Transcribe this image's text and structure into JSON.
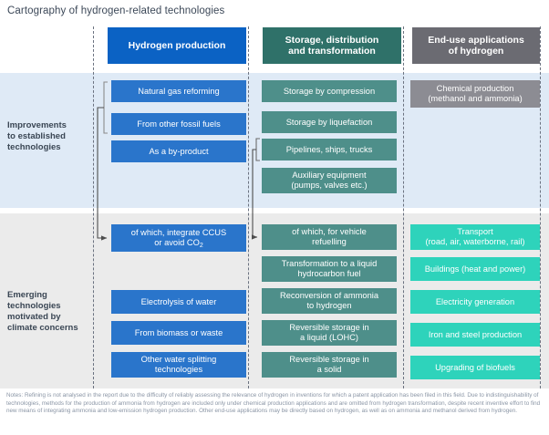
{
  "title": "Cartography of hydrogen-related technologies",
  "colors": {
    "blue": "#2a75cb",
    "blue_header": "#0b62c4",
    "teal": "#4e8f8a",
    "teal_header": "#2f7169",
    "grey_header": "#6b6b72",
    "grey_box": "#8c8c93",
    "bright_teal": "#2ed3bb",
    "band_upper": "#dfeaf6",
    "band_lower": "#ebebeb",
    "dash": "#6b7280",
    "text_dark": "#3c4858",
    "notes_text": "#8a95a5"
  },
  "columns": [
    {
      "id": "production",
      "header": "Hydrogen production"
    },
    {
      "id": "storage",
      "header": "Storage, distribution\nand transformation"
    },
    {
      "id": "enduse",
      "header": "End-use applications\nof hydrogen"
    }
  ],
  "headers": {
    "production": "Hydrogen production",
    "storage_line1": "Storage, distribution",
    "storage_line2": "and transformation",
    "enduse_line1": "End-use applications",
    "enduse_line2": "of hydrogen"
  },
  "bands": {
    "upper_label": "Improvements\nto established\ntechnologies",
    "upper_label_l1": "Improvements",
    "upper_label_l2": "to established",
    "upper_label_l3": "technologies",
    "lower_label_l1": "Emerging",
    "lower_label_l2": "technologies",
    "lower_label_l3": "motivated by",
    "lower_label_l4": "climate concerns"
  },
  "upper": {
    "production": [
      "Natural gas reforming",
      "From other fossil fuels",
      "As a by-product"
    ],
    "storage": [
      "Storage by compression",
      "Storage by liquefaction",
      "Pipelines, ships, trucks",
      "Auxiliary equipment\n(pumps, valves etc.)"
    ],
    "storage_aux_l1": "Auxiliary equipment",
    "storage_aux_l2": "(pumps, valves etc.)",
    "enduse_chem_l1": "Chemical production",
    "enduse_chem_l2": "(methanol and ammonia)"
  },
  "lower": {
    "production_ccus_l1": "of which, integrate CCUS",
    "production_ccus_l2_pre": "or avoid CO",
    "production_ccus_l2_sub": "2",
    "production": [
      "Electrolysis of water",
      "From biomass or waste",
      "Other water splitting\ntechnologies"
    ],
    "production_other_l1": "Other water splitting",
    "production_other_l2": "technologies",
    "storage_vehicle_l1": "of which, for vehicle",
    "storage_vehicle_l2": "refuelling",
    "storage_transform_l1": "Transformation to a liquid",
    "storage_transform_l2": "hydrocarbon fuel",
    "storage_reconv_l1": "Reconversion of ammonia",
    "storage_reconv_l2": "to hydrogen",
    "storage_lohc_l1": "Reversible storage in",
    "storage_lohc_l2": "a liquid (LOHC)",
    "storage_solid_l1": "Reversible storage in",
    "storage_solid_l2": "a solid",
    "enduse_transport_l1": "Transport",
    "enduse_transport_l2": "(road, air, waterborne, rail)",
    "enduse": [
      "Buildings (heat and power)",
      "Electricity generation",
      "Iron and steel production",
      "Upgrading of biofuels"
    ]
  },
  "notes": "Notes: Refining is not analysed in the report due to the difficulty of reliably assessing the relevance of hydrogen in inventions for which a patent application has been filed in this field. Due to indistinguishability of technologies, methods for the production of ammonia from hydrogen are included only under chemical production applications and are omitted from hydrogen transformation, despite recent inventive effort to find new means of integrating ammonia and low-emission hydrogen production. Other end-use applications may be directly based on hydrogen, as well as on ammonia and methanol derived from hydrogen."
}
